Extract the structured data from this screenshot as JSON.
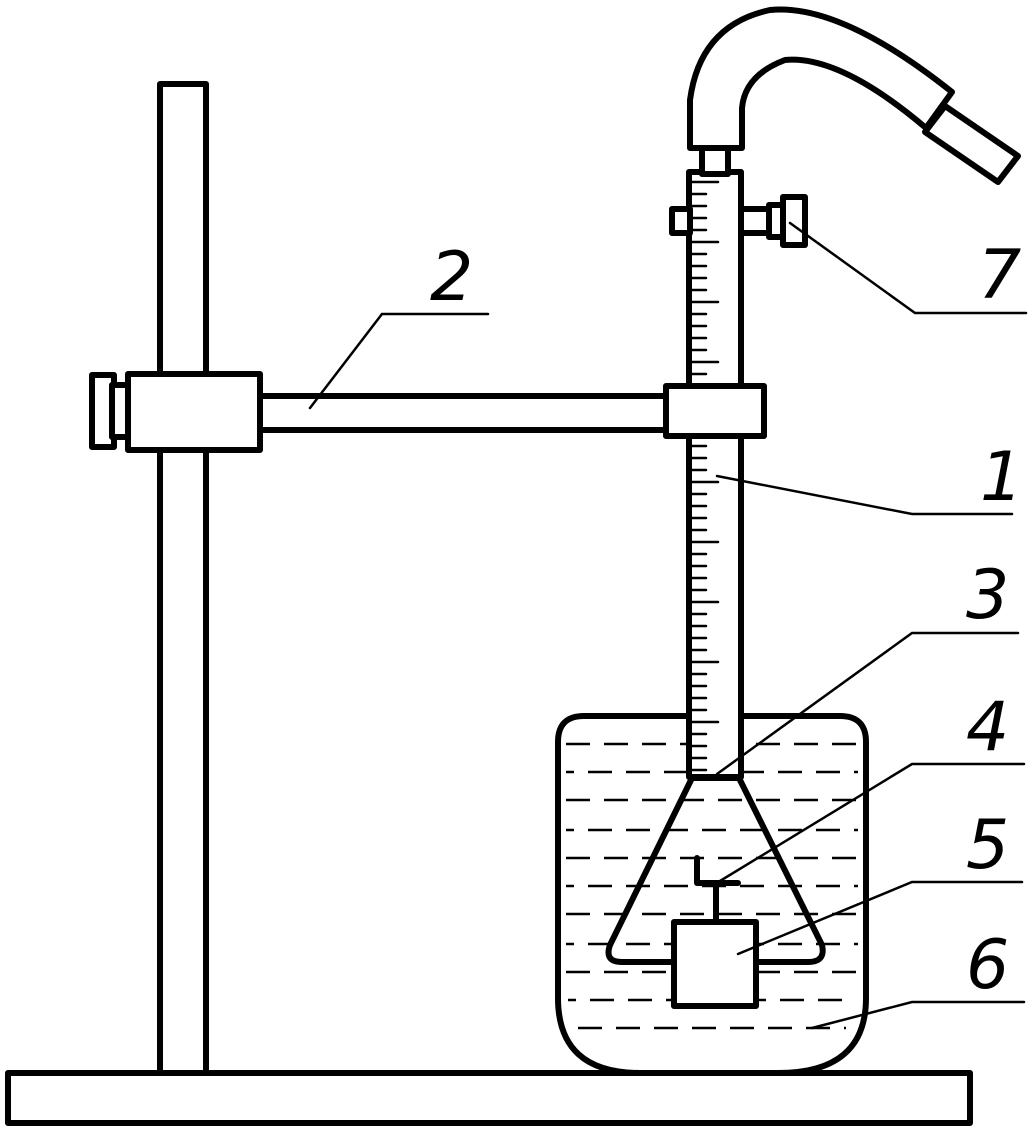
{
  "diagram": {
    "labels": {
      "l1": "1",
      "l2": "2",
      "l3": "3",
      "l4": "4",
      "l5": "5",
      "l6": "6",
      "l7": "7"
    },
    "colors": {
      "stroke": "#000000",
      "background": "#ffffff"
    }
  }
}
